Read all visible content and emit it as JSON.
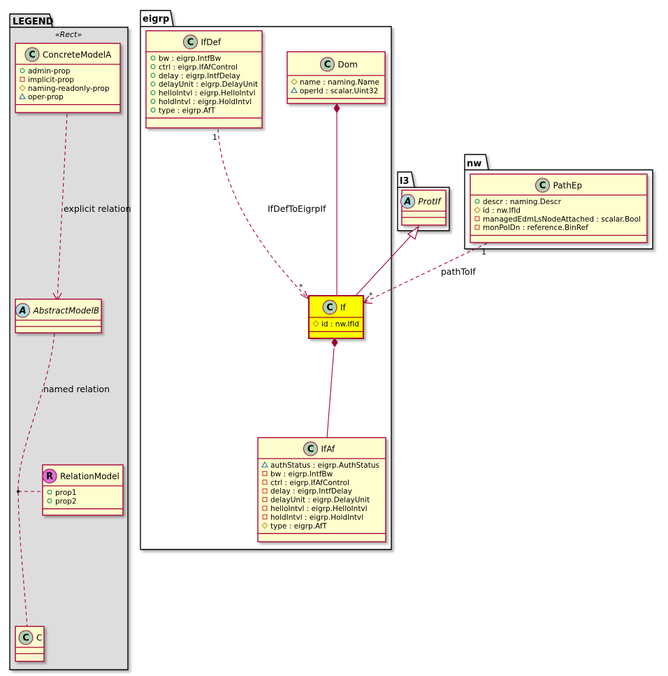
{
  "packages": {
    "legend": {
      "title": "LEGEND",
      "stereotype": "«Rect»"
    },
    "eigrp": {
      "title": "eigrp"
    },
    "l3": {
      "title": "l3"
    },
    "nw": {
      "title": "nw"
    }
  },
  "classes": {
    "concrete_model_a": {
      "kind": "C",
      "name": "ConcreteModelA",
      "attrs": [
        "admin-prop",
        "implicit-prop",
        "naming-readonly-prop",
        "oper-prop"
      ]
    },
    "abstract_model_b": {
      "kind": "A",
      "name": "AbstractModelB",
      "attrs": []
    },
    "relation_model": {
      "kind": "R",
      "name": "RelationModel",
      "attrs": [
        "prop1",
        "prop2"
      ]
    },
    "c": {
      "kind": "C",
      "name": "C",
      "attrs": []
    },
    "ifdef": {
      "kind": "C",
      "name": "IfDef",
      "attrs": [
        "bw : eigrp.IntfBw",
        "ctrl : eigrp.IfAfControl",
        "delay : eigrp.IntfDelay",
        "delayUnit : eigrp.DelayUnit",
        "helloIntvl : eigrp.HelloIntvl",
        "holdIntvl : eigrp.HoldIntvl",
        "type : eigrp.AfT"
      ]
    },
    "dom": {
      "kind": "C",
      "name": "Dom",
      "attrs": [
        "name : naming.Name",
        "operId : scalar.Uint32"
      ]
    },
    "if": {
      "kind": "C",
      "name": "If",
      "attrs": [
        "id : nw.IfId"
      ]
    },
    "ifaf": {
      "kind": "C",
      "name": "IfAf",
      "attrs": [
        "authStatus : eigrp.AuthStatus",
        "bw : eigrp.IntfBw",
        "ctrl : eigrp.IfAfControl",
        "delay : eigrp.IntfDelay",
        "delayUnit : eigrp.DelayUnit",
        "helloIntvl : eigrp.HelloIntvl",
        "holdIntvl : eigrp.HoldIntvl",
        "type : eigrp.AfT"
      ]
    },
    "protif": {
      "kind": "A",
      "name": "ProtIf",
      "attrs": []
    },
    "pathep": {
      "kind": "C",
      "name": "PathEp",
      "attrs": [
        "descr : naming.Descr",
        "id : nw.IfId",
        "managedEdmLsNodeAttached : scalar.Bool",
        "monPolDn : reference.BinRef"
      ]
    }
  },
  "relations": {
    "explicit": {
      "label": "explicit relation"
    },
    "named": {
      "label": "named relation"
    },
    "ifdef_to_if": {
      "label": "IfDefToEigrpIf",
      "from_mult": "1",
      "to_mult": "*"
    },
    "path_to_if": {
      "label": "pathToIf",
      "from_mult": "1",
      "to_mult": "*"
    }
  },
  "colors": {
    "class_fill": "#FEFECE",
    "class_border": "#A80036",
    "highlight_fill": "#FFFF00",
    "legend_fill": "#DDDDDD",
    "circle_c": "#ADD1B2",
    "circle_a": "#A9DCDF",
    "circle_r": "#DA70D6"
  }
}
